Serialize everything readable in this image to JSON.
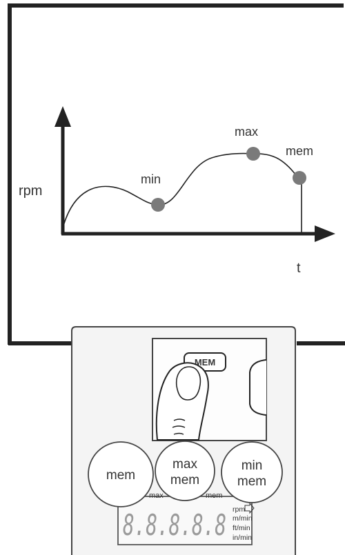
{
  "graph": {
    "y_axis_label": "rpm",
    "x_axis_label": "t",
    "points": [
      {
        "label": "min"
      },
      {
        "label": "max"
      },
      {
        "label": "mem"
      }
    ]
  },
  "device": {
    "mem_key_label": "MEM",
    "buttons": [
      {
        "line1": "mem",
        "line2": ""
      },
      {
        "line1": "max",
        "line2": "mem"
      },
      {
        "line1": "min",
        "line2": "mem"
      }
    ],
    "display": {
      "digits": "8.8.8.8.8",
      "header_left": "max",
      "header_right": "mem",
      "units": [
        "rpm",
        "m/min",
        "ft/min",
        "in/min"
      ]
    }
  },
  "colors": {
    "line": "#222222",
    "point": "#7a7a7a",
    "lcd_digits": "#9a9a9a",
    "device_body": "#f4f4f4"
  }
}
